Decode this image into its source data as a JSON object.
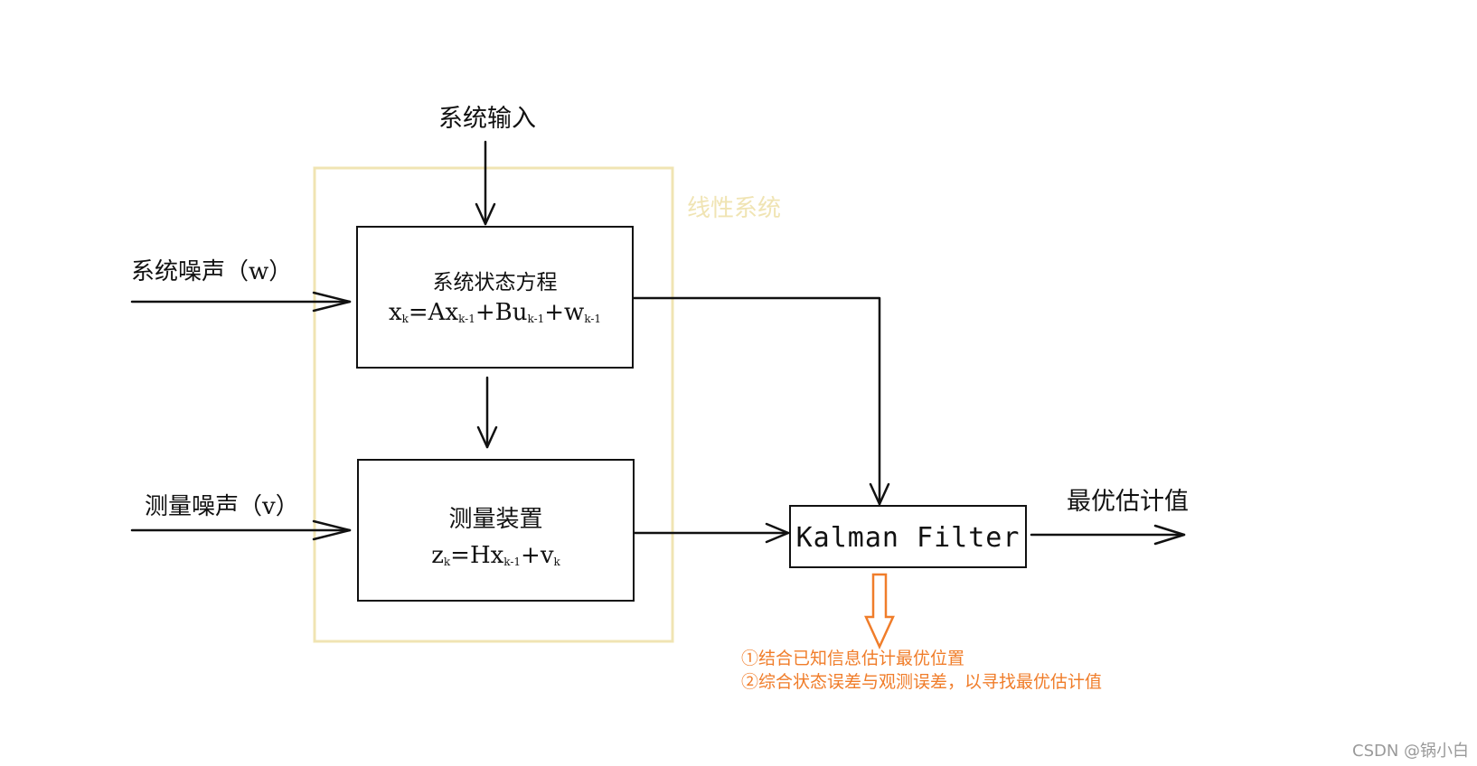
{
  "labels": {
    "system_input": "系统输入",
    "linear_system": "线性系统",
    "process_noise": "系统噪声（w）",
    "measurement_noise": "测量噪声（v）",
    "optimal_estimate": "最优估计值",
    "kalman_filter": "Kalman Filter",
    "note_line1": "①结合已知信息估计最优位置",
    "note_line2": "②综合状态误差与观测误差，以寻找最优估计值",
    "watermark": "CSDN @锅小白"
  },
  "state_box": {
    "title": "系统状态方程",
    "eq": {
      "x": "x",
      "x_sub": "k",
      "eq_a": "=Ax",
      "a_sub": "k-1",
      "b": "+Bu",
      "b_sub": "k-1",
      "w": "+w",
      "w_sub": "k-1"
    }
  },
  "meas_box": {
    "title": "测量装置",
    "eq": {
      "z": "z",
      "z_sub": "k",
      "h": "=Hx",
      "h_sub": "k-1",
      "v": "+v",
      "v_sub": "k"
    }
  },
  "colors": {
    "linear_system": "#f0e4b3",
    "note": "#f07d2a",
    "line": "#111111",
    "watermark": "#9a9a9a"
  }
}
